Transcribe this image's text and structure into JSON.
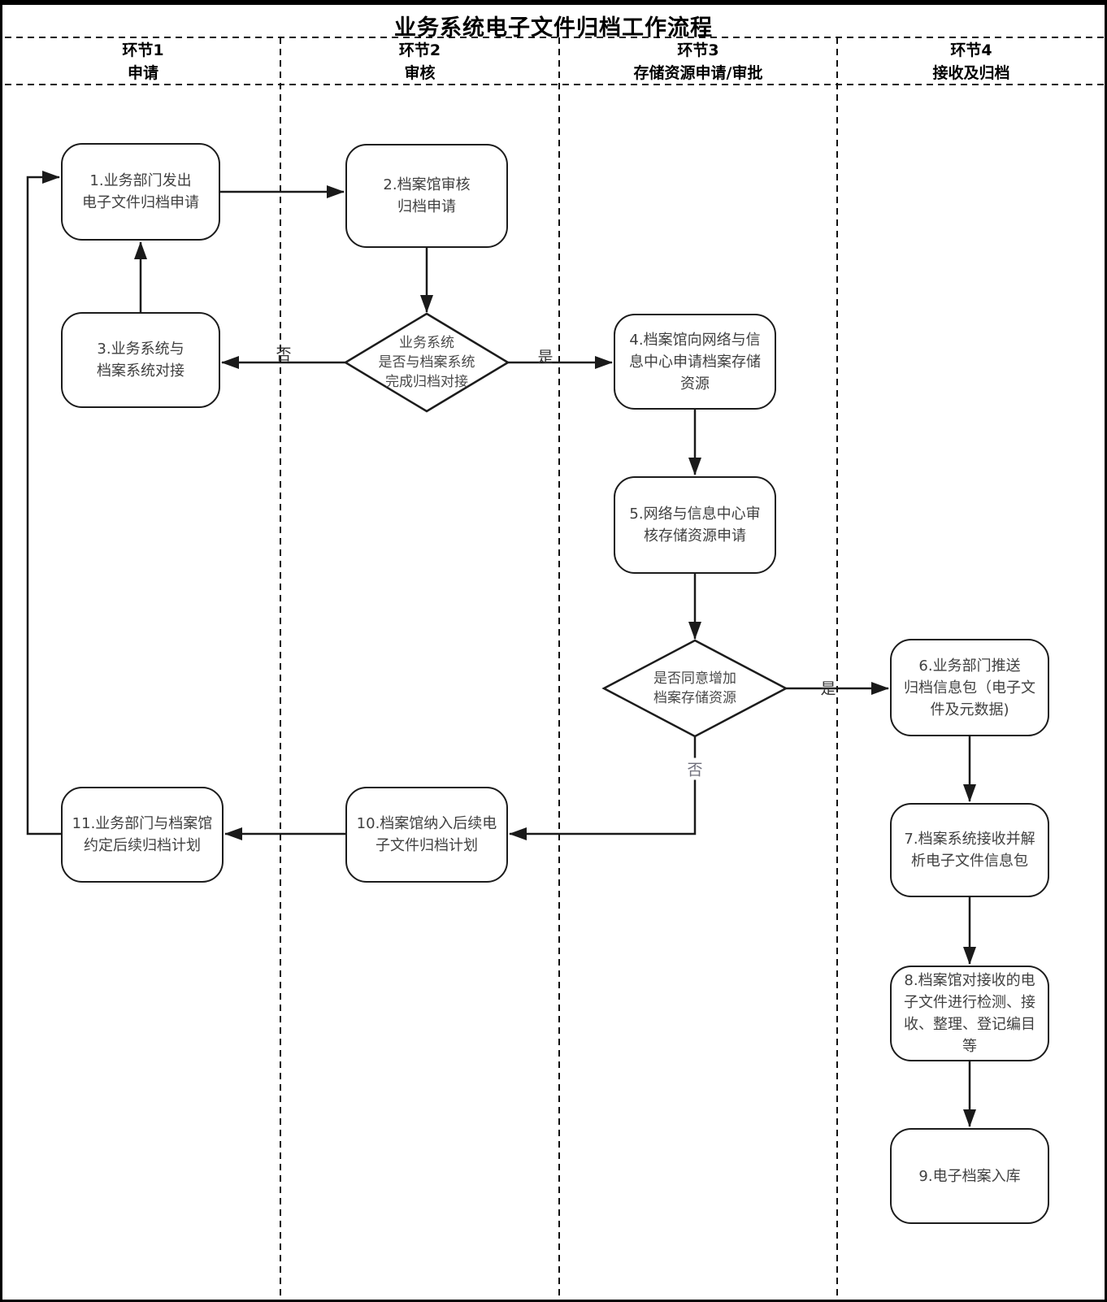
{
  "title": "业务系统电子文件归档工作流程",
  "colors": {
    "ink": "#1a1a1a",
    "node_border": "#1c1c1c",
    "node_text": "#404040",
    "muted_label": "#70707c",
    "background": "#ffffff"
  },
  "lanes": [
    {
      "phase": "环节1",
      "name": "申请"
    },
    {
      "phase": "环节2",
      "name": "审核"
    },
    {
      "phase": "环节3",
      "name": "存储资源申请/审批"
    },
    {
      "phase": "环节4",
      "name": "接收及归档"
    }
  ],
  "nodes": {
    "step1": {
      "type": "process",
      "lane": "环节1",
      "label": "1.业务部门发出\n电子文件归档申请"
    },
    "step2": {
      "type": "process",
      "lane": "环节2",
      "label": "2.档案馆审核\n归档申请"
    },
    "decision1": {
      "type": "decision",
      "lane": "环节2",
      "label": "业务系统\n是否与档案系统\n完成归档对接"
    },
    "step3": {
      "type": "process",
      "lane": "环节1",
      "label": "3.业务系统与\n档案系统对接"
    },
    "step4": {
      "type": "process",
      "lane": "环节3",
      "label": "4.档案馆向网络与信\n息中心申请档案存储\n资源"
    },
    "step5": {
      "type": "process",
      "lane": "环节3",
      "label": "5.网络与信息中心审\n核存储资源申请"
    },
    "decision2": {
      "type": "decision",
      "lane": "环节3",
      "label": "是否同意增加\n档案存储资源"
    },
    "step6": {
      "type": "process",
      "lane": "环节4",
      "label": "6.业务部门推送\n归档信息包（电子文\n件及元数据)"
    },
    "step7": {
      "type": "process",
      "lane": "环节4",
      "label": "7.档案系统接收并解\n析电子文件信息包"
    },
    "step8": {
      "type": "process",
      "lane": "环节4",
      "label": "8.档案馆对接收的电\n子文件进行检测、接\n收、整理、登记编目\n等"
    },
    "step9": {
      "type": "process",
      "lane": "环节4",
      "label": "9.电子档案入库"
    },
    "step10": {
      "type": "process",
      "lane": "环节2",
      "label": "10.档案馆纳入后续电\n子文件归档计划"
    },
    "step11": {
      "type": "process",
      "lane": "环节1",
      "label": "11.业务部门与档案馆\n约定后续归档计划"
    }
  },
  "edge_labels": {
    "decision1_no": "否",
    "decision1_yes": "是",
    "decision2_yes": "是",
    "decision2_no": "否"
  }
}
